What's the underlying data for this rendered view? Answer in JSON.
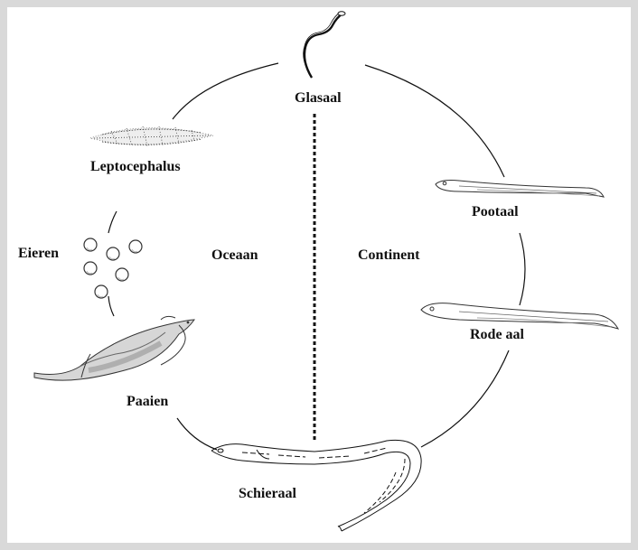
{
  "diagram": {
    "stages": {
      "glasaal": "Glasaal",
      "leptocephalus": "Leptocephalus",
      "eieren": "Eieren",
      "paaien": "Paaien",
      "schieraal": "Schieraal",
      "rode_aal": "Rode aal",
      "pootaal": "Pootaal"
    },
    "regions": {
      "ocean": "Oceaan",
      "continent": "Continent"
    },
    "colors": {
      "background": "#d9d9d9",
      "canvas": "#ffffff",
      "line": "#111111",
      "shading": "#9a9a9a"
    }
  }
}
